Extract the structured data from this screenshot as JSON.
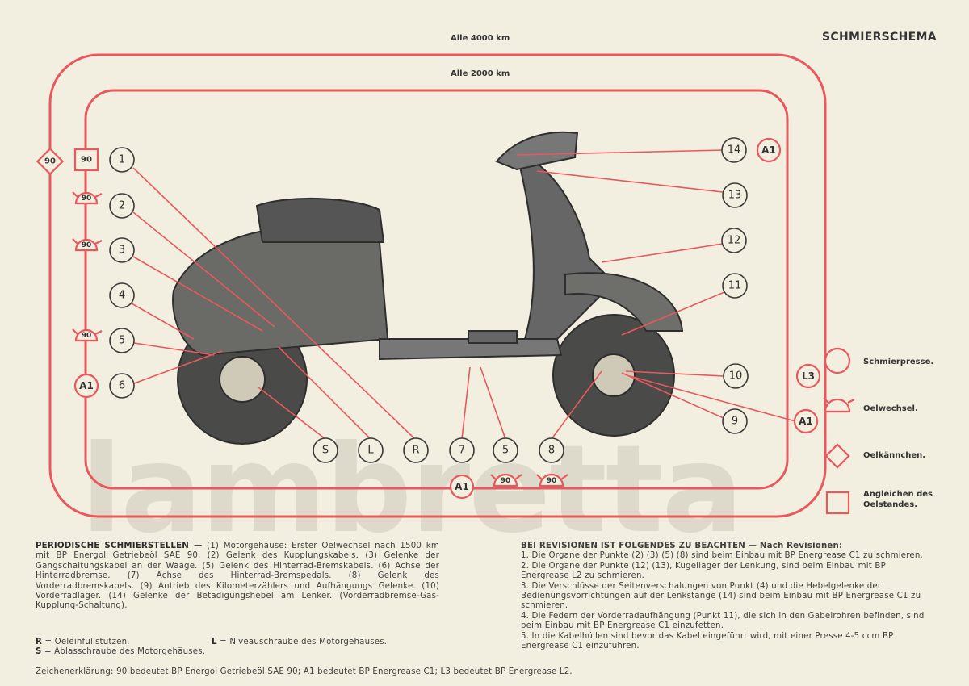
{
  "title": "SCHMIERSCHEMA",
  "watermark": "lambretta",
  "intervals": {
    "outer": "Alle 4000 km",
    "inner": "Alle 2000 km"
  },
  "callouts": {
    "n1": "1",
    "n2": "2",
    "n3": "3",
    "n4": "4",
    "n5": "5",
    "n6": "6",
    "n7": "7",
    "n8": "8",
    "n9": "9",
    "n10": "10",
    "n11": "11",
    "n12": "12",
    "n13": "13",
    "n14": "14",
    "n5b": "5",
    "S": "S",
    "L": "L",
    "R": "R"
  },
  "markers": {
    "oil_can_90": "90",
    "level_90": "90",
    "change_90_a": "90",
    "change_90_b": "90",
    "change_90_c": "90",
    "change_90_d": "90",
    "change_90_e": "90",
    "a1_left": "A1",
    "a1_top": "A1",
    "a1_right": "A1",
    "a1_bottom": "A1",
    "l3_right": "L3"
  },
  "legend": [
    {
      "symbol": "circle",
      "label": "Schmierpresse."
    },
    {
      "symbol": "oil-change",
      "label": "Oelwechsel."
    },
    {
      "symbol": "diamond",
      "label": "Oelkännchen."
    },
    {
      "symbol": "square",
      "label": "Angleichen des Oelstandes."
    }
  ],
  "periodic": {
    "heading": "PERIODISCHE SCHMIERSTELLEN —",
    "body": "(1) Motorgehäuse: Erster Oelwechsel nach 1500 km mit BP Energol Getriebeöl SAE 90. (2) Gelenk des Kupplungskabels. (3) Gelenke der Gangschaltungskabel an der Waage. (5) Gelenk des Hinterrad-Bremskabels. (6) Achse der Hinterradbremse. (7) Achse des Hinterrad-Bremspedals. (8) Gelenk des Vorderradbremskabels. (9) Antrieb des Kilometerzählers und Aufhängungs Gelenke. (10) Vorderradlager. (14) Gelenke der Betädigungshebel am Lenker. (Vorderradbremse-Gas-Kupplung-Schaltung)."
  },
  "abbreviations": [
    {
      "key": "R",
      "text": "= Oeleinfüllstutzen."
    },
    {
      "key": "L",
      "text": "= Niveauschraube des Motorgehäuses."
    },
    {
      "key": "S",
      "text": "= Ablasschraube des Motorgehäuses."
    }
  ],
  "key_line": "Zeichenerklärung: 90 bedeutet BP Energol Getriebeöl SAE 90; A1 bedeutet BP Energrease C1; L3 bedeutet BP Energrease L2.",
  "revisions": {
    "heading": "BEI REVISIONEN IST FOLGENDES ZU BEACHTEN — Nach Revisionen:",
    "items": [
      "1. Die Organe der Punkte (2) (3) (5) (8) sind beim Einbau mit BP Energrease C1 zu schmieren.",
      "2. Die Organe der Punkte (12) (13), Kugellager der Lenkung, sind beim Einbau mit BP Energrease L2 zu schmieren.",
      "3. Die Verschlüsse der Seitenverschalungen von Punkt (4) und die Hebelgelenke der Bedienungsvorrichtungen auf der Lenkstange (14) sind beim Einbau mit BP Energrease C1 zu schmieren.",
      "4. Die Federn der Vorderradaufhängung (Punkt 11), die sich in den Gabelrohren befinden, sind beim Einbau mit BP Energrease C1 einzufetten.",
      "5. In die Kabelhüllen sind bevor das Kabel eingeführt wird, mit einer Presse 4-5 ccm BP Energrease C1 einzuführen."
    ]
  },
  "colors": {
    "red": "#e8585c",
    "ink": "#3a3a3a",
    "paper": "#f3efe0"
  }
}
